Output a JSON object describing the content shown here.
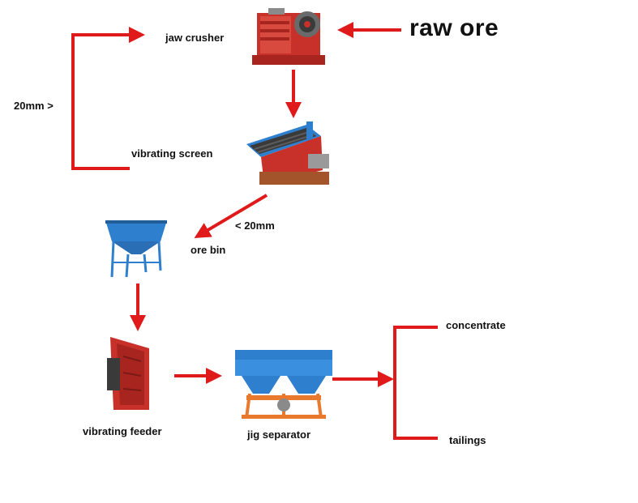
{
  "colors": {
    "arrow": "#e01a1a",
    "machine_red": "#c8302a",
    "machine_blue": "#2f7fcf",
    "machine_orange": "#e9792c",
    "machine_dark": "#3a3a3a"
  },
  "input": {
    "label": "raw ore"
  },
  "equipment": {
    "jaw_crusher": {
      "label": "jaw crusher",
      "icon": "jaw-crusher-icon"
    },
    "vibrating_screen": {
      "label": "vibrating screen",
      "icon": "vibrating-screen-icon"
    },
    "ore_bin": {
      "label": "ore bin",
      "icon": "ore-bin-icon"
    },
    "vibrating_feeder": {
      "label": "vibrating feeder",
      "icon": "vibrating-feeder-icon"
    },
    "jig_separator": {
      "label": "jig separator",
      "icon": "jig-separator-icon"
    }
  },
  "flows": {
    "oversize_return": "20mm >",
    "undersize_to_bin": "< 20mm"
  },
  "outputs": {
    "concentrate": "concentrate",
    "tailings": "tailings"
  }
}
